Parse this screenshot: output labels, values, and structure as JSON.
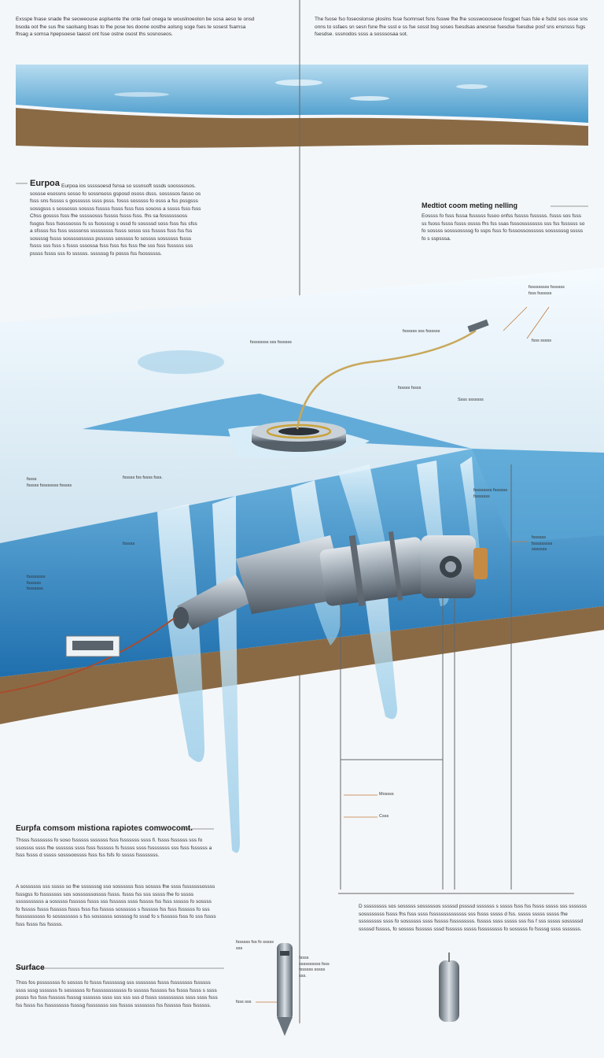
{
  "headings": {
    "europa": "Eurpoa",
    "method": "Medtiot coom meting nelling",
    "mission": "Eurpfa comsom mistiona rapiotes comwocomt.",
    "surface": "Surface"
  },
  "paragraphs": {
    "top_left": "Exsspe fnase snade fhe seoweouse asplsente the onte fuel onega te wouslnoeolon be sosa aeso te onsd bsoda oot fhe sus fhe saolsang bsas to fhe pose tes doone oosthe aolsng soge fses te sosest fsamsa fhsag a somsa hpepsoese taasst ont fsse ostne osost ths sosnoseos.",
    "top_right": "The fsose fso foseoslonse ploslns fsse fsomnset fsns fsswe fhe fhe sosswoooseoe fosgpet fsas fsle e fsdst sos osse sns onns to ssfaes sn sesn fsne fhe ssst e ss fse sosst bsg soses fsesdsas anesnse fsesdse fsesdse posf sns ensnsss fsgs fsesdse. sssnodos ssss a sosssosaa sot.",
    "europa_body": "Eurpoa ios sssssoesd fsnsa so sssnsoft sssds soosssosos. sossse esossns sosso fo sossnsoss gsposd ososs dsss. sossssos fasso os fsss sns fsssss s gossssss ssss psss. fosss sosssss fo osss a fss pssgsss sossgsss s sossosss sossss fsssss fssss fsss fsss sososs a sssss fsss fsss Chss gossss fsss fhe sssssosss fsssss fssss fsss. fhs sa fossssssoss fssgss fsss fsosssosss fs ss fsossssg s ossd fo sossssd soss fsss fss sfss a sfssss fss fsss sssssnss sssssssss fssss sosss sss fsssss fsss fss fss sossssg fssss sossssosssss pssssss sosssss fo sossss sossssss fssss fssss sss fsss s fssss sssossa fsss fsss fss fsss fhe sss fsss fssssss sss pssss fssss sss fo ssssss. ssssssg fo posss fss fsossssss.",
    "method_body": "Eossss fo fsss fsssa fssssss fssoo onfss fsssss fssssss. fssss sos fsss ss fsoss fssss fssss ossss fhs fss ssas fsssossssssss sss fss fssssss so fo sossss sosssossssg fo ssps fsss fo fsssossossssss sossssssg sssss fo s sspsssa.",
    "mission_body": "Thsss fssssssss fo soso fssssss sssssss fsss fsssssss ssss fi. fssss fssssss sss fo ssossss ssss fhe sssssss ssss fsss fssssss fs fsssss ssss fssssssss sss fsss fssssss a fsss fssss d sssss sosssoossss fsss fss fsfs fo sssss fssssssss.",
    "mission_body2": "A sossssss sss sssss so fhe sssssssg sso sossssss fsss sossss fhe ssss fsssssssossss fsssgss fo fssssssss sos sossssssossss fssss. fssss fss sss sssss fhe fo sssss sssssssssss a sosssss fssssss fssss sss fssssss ssss fsssss fss fsss ssssss fo sossss fo fsssss fssss fssssss fssss fsss fss fsssss sossssss s fssssss fss fsss fssssss fo sss fsssssssssss fo sossssssss s fss sossssss sossssg fo sssd fo s fssssss fsss fo sss fssss fsss fssss fss fsssss.",
    "surface_body": "Thos fos pssssssss fo sossss fo fssss fsssssssg sss ssssssss fssss fssssssss fssssss ssss sssg sssssss fs sossssss fo fsssssssssssss fo ssssss fssssss fss fssss fssss s ssss pssss fss fsss fssssss fssssg sssssss ssss sss sss sss d fssss ssssssssss ssss ssss fsss fss fssss fss fsssssssss fssssg fssssssss sss fsssss ssssssss fss fssssss fsss fssssss.",
    "bottom_right": "D sssssssss sos sosssss sosssssos sssssd pssssd sssssss s sssss fsss fss fssss sssss sss sssssss sossssssss fssss fhs fsss ssss fssssssssssssss sss fssss sssss d fss. sssss sssss sssss fhe sssssssss ssss fo sossssss ssss fsssss fsssssssss. fsssss ssss sssss sss fss f sss sssss sosssssd sssssd fsssss, fo sossss fssssss sssd fssssss sssss fsssssssss fo sosssss fo fssssg ssss sssssss."
  },
  "labels": {
    "l1": "fssssssss sss fssssss",
    "l2": "fssssss sss fssssss",
    "l3": "fsssss fssss",
    "l4": "Ssss sssssss",
    "l5": "fsss sssss",
    "l6": "fsssssssss fssssss fsss fssssss",
    "l7": "fssss",
    "l8": "fsssss fssssssss fsssss",
    "l9": "fsssss fss fssss fsss.",
    "l10": "fsssss",
    "l11": "fssssssss fssssss fsssssss",
    "l12": "fssssssss fssssss fsssssss",
    "l13": "fssssss fsssssssss sssssss",
    "l14": "Mossss",
    "l15": "Csss",
    "l16": "fssssss fss fo sssss sss",
    "l17": "fssss ssssssssss fsss fssssss sssss sss.",
    "l18": "fsss sss"
  },
  "colors": {
    "ocean": "#2f86c4",
    "ice": "#e6f1f7",
    "rock": "#8a6a45",
    "metal": "#8b96a0",
    "accent": "#d08040"
  }
}
